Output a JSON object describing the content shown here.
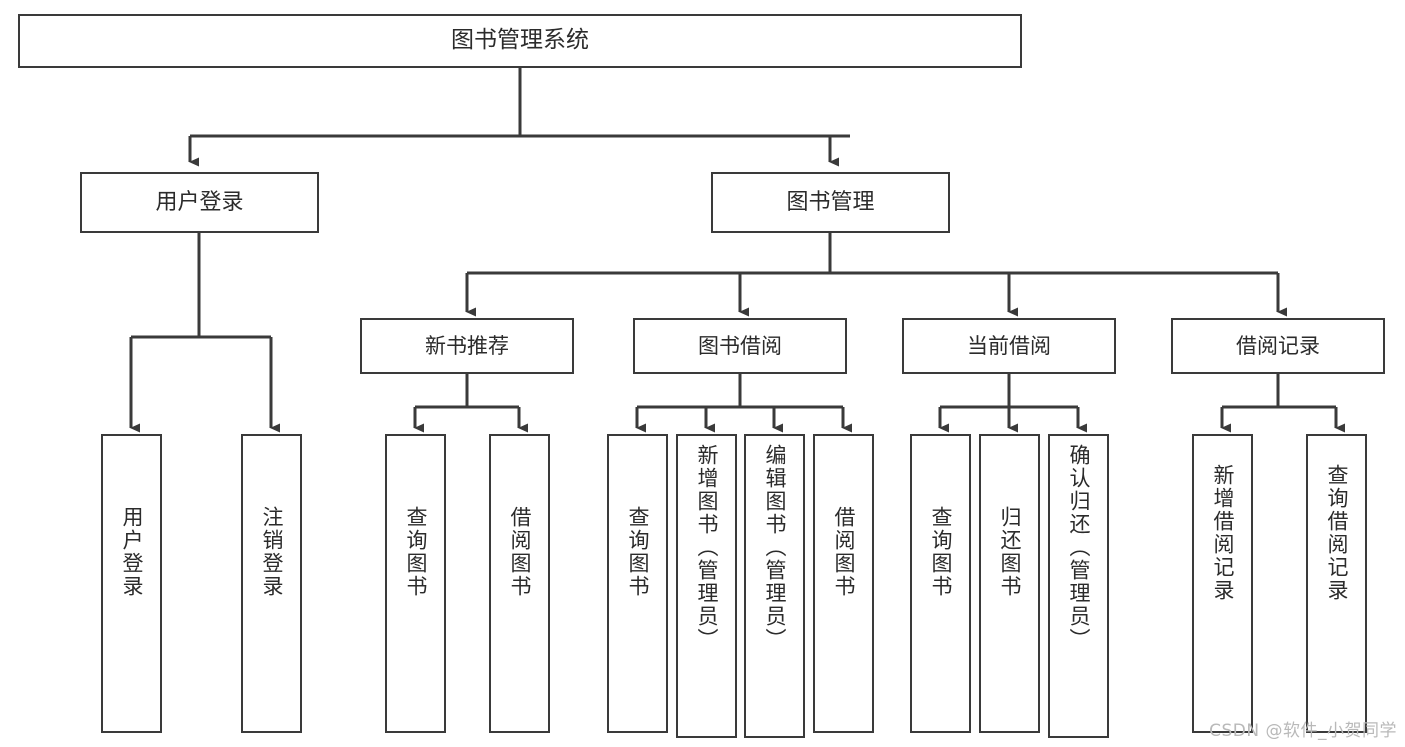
{
  "diagram": {
    "type": "tree",
    "title": "图书管理系统",
    "style": {
      "line_color": "#3a3a3a",
      "box_fill": "#ffffff",
      "text_color": "#2b2b2b",
      "background": "#ffffff",
      "watermark_color": "#b9b9b9"
    },
    "root": {
      "label": "图书管理系统"
    },
    "level1": [
      {
        "label": "用户登录"
      },
      {
        "label": "图书管理"
      }
    ],
    "level2": [
      {
        "label": "新书推荐"
      },
      {
        "label": "图书借阅"
      },
      {
        "label": "当前借阅"
      },
      {
        "label": "借阅记录"
      }
    ],
    "leaves": {
      "user_login": [
        {
          "label": "用户登录"
        },
        {
          "label": "注销登录"
        }
      ],
      "new_book_recommend": [
        {
          "label": "查询图书"
        },
        {
          "label": "借阅图书"
        }
      ],
      "book_borrow": [
        {
          "label": "查询图书"
        },
        {
          "label": "新增图书（管理员）"
        },
        {
          "label": "编辑图书（管理员）"
        },
        {
          "label": "借阅图书"
        }
      ],
      "current_borrow": [
        {
          "label": "查询图书"
        },
        {
          "label": "归还图书"
        },
        {
          "label": "确认归还（管理员）"
        }
      ],
      "borrow_record": [
        {
          "label": "新增借阅记录"
        },
        {
          "label": "查询借阅记录"
        }
      ]
    }
  },
  "watermark": {
    "text": "CSDN @软件_小贺同学"
  }
}
